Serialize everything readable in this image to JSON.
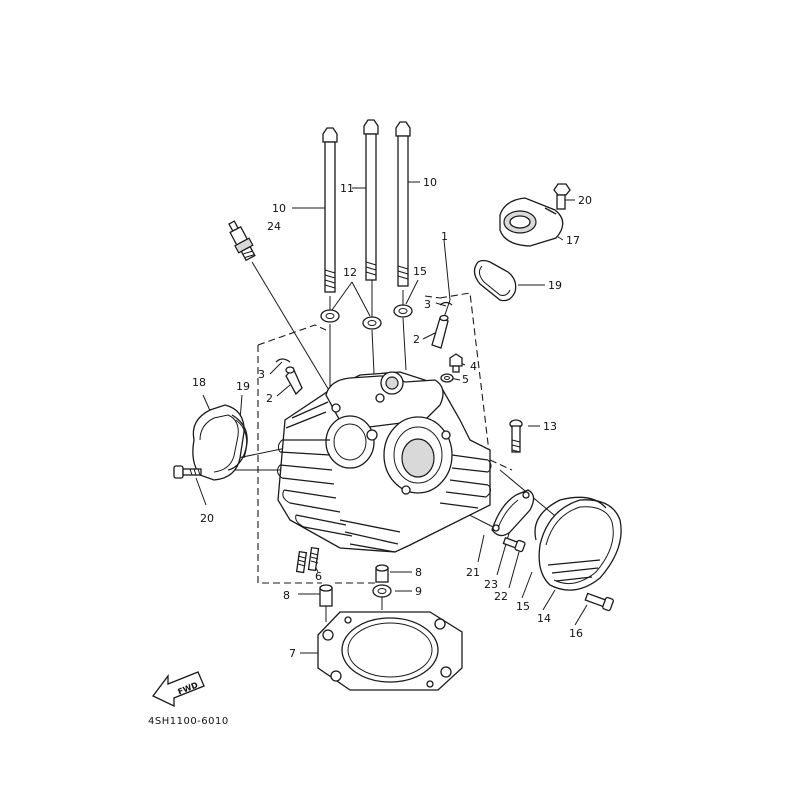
{
  "diagram": {
    "labels": {
      "p1": "1",
      "p2a": "2",
      "p2b": "2",
      "p3a": "3",
      "p3b": "3",
      "p4": "4",
      "p5": "5",
      "p6": "6",
      "p7": "7",
      "p8a": "8",
      "p8b": "8",
      "p9": "9",
      "p10a": "10",
      "p10b": "10",
      "p11": "11",
      "p12": "12",
      "p13": "13",
      "p14": "14",
      "p15a": "15",
      "p15b": "15",
      "p16": "16",
      "p17": "17",
      "p18": "18",
      "p19a": "19",
      "p19b": "19",
      "p20a": "20",
      "p20b": "20",
      "p21": "21",
      "p22": "22",
      "p23": "23",
      "p24": "24"
    },
    "fwd_arrow_text": "FWD",
    "drawing_code": "4SH1100-6010"
  }
}
